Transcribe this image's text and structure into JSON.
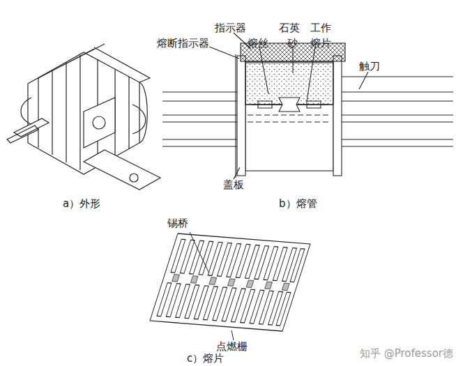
{
  "diagram": {
    "labels": [
      "指示器",
      "石英",
      "工作",
      "熔断指示器",
      "熔丝",
      "砂",
      "熔片",
      "触刀",
      "盖板",
      "a）外形",
      "b）熔管",
      "锡桥",
      "点燃栅",
      "c）熔片",
      "知乎 @Professor德"
    ]
  }
}
